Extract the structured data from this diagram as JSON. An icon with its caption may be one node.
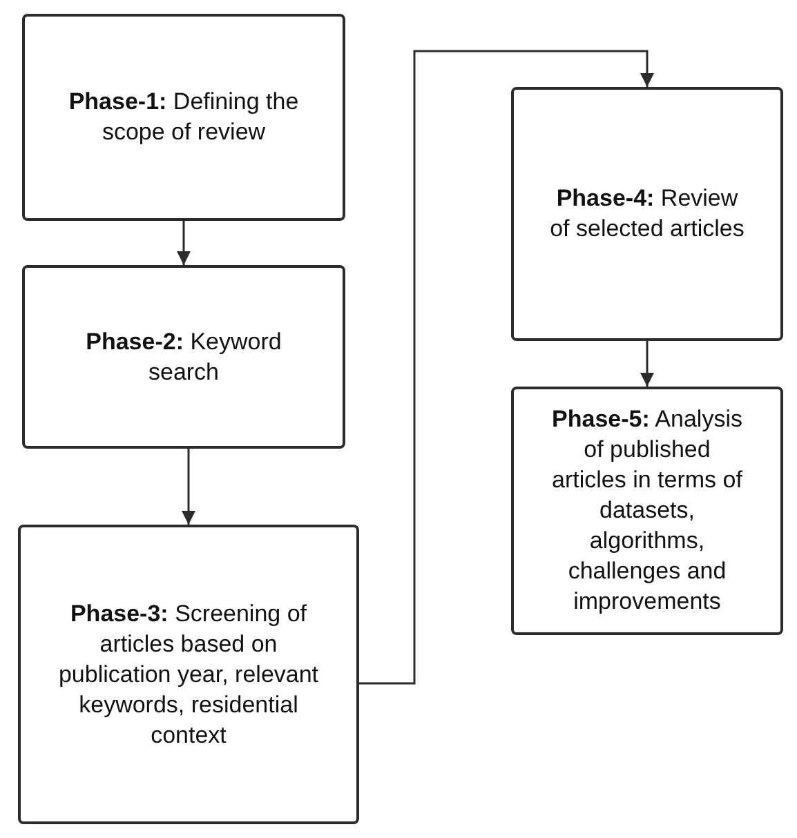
{
  "diagram": {
    "nodes": [
      {
        "text": [
          "**Phase-1:** Defining the scope of review"
        ]
      },
      {
        "text": [
          "**Phase-2:** Keyword search"
        ]
      },
      {
        "text": [
          "**Phase-3:** Screening of articles based on publication year, relevant keywords, residential context"
        ]
      },
      {
        "text": [
          "**Phase-4:** Review of selected articles"
        ]
      },
      {
        "text": [
          "**Phase-5:** Analysis of published articles in terms of datasets, algorithms, challenges and improvements"
        ]
      }
    ],
    "edges": [
      {
        "from": 0,
        "to": 1,
        "arrow": "to"
      },
      {
        "from": 1,
        "to": 2,
        "arrow": "to"
      },
      {
        "from": 2,
        "to": 3,
        "arrow": "to"
      },
      {
        "from": 3,
        "to": 4,
        "arrow": "to"
      }
    ]
  }
}
